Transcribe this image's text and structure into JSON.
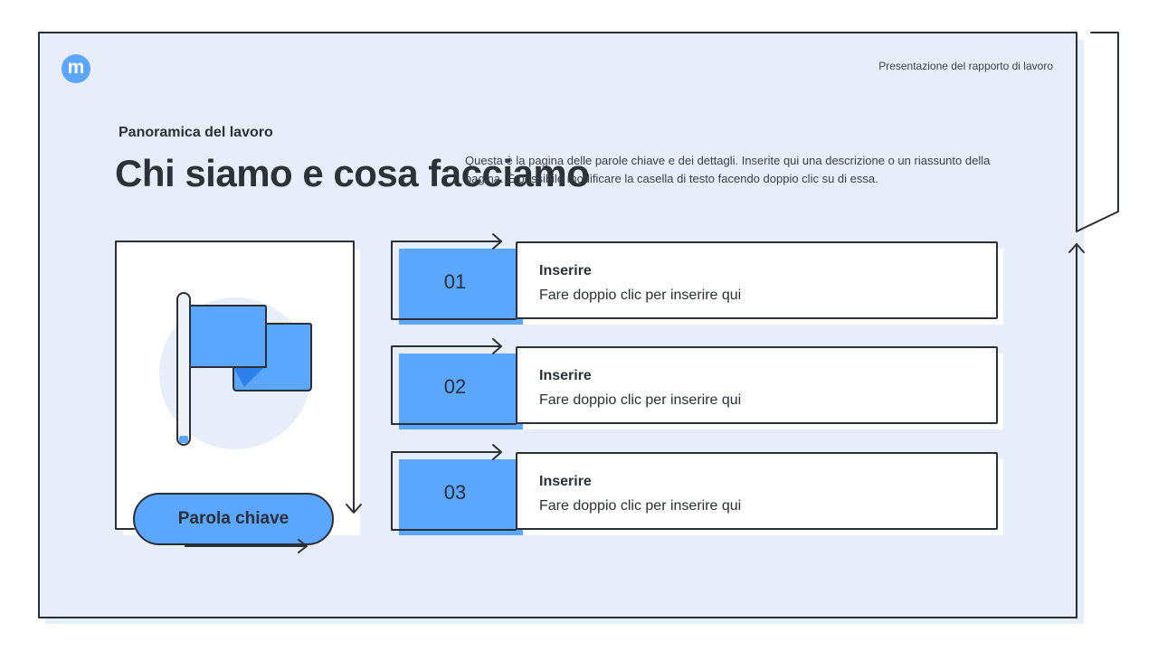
{
  "header": {
    "logo_letter": "m",
    "report_title": "Presentazione del rapporto di lavoro"
  },
  "intro": {
    "section_label": "Panoramica del lavoro",
    "title": "Chi siamo e cosa facciamo",
    "description": "Questa è la pagina delle parole chiave e dei dettagli. Inserite qui una descrizione o un riassunto della pagina. È possibile modificare la casella di testo facendo doppio clic su di essa."
  },
  "keyword_card": {
    "icon": "flag-icon",
    "label": "Parola chiave"
  },
  "items": [
    {
      "number": "01",
      "title": "Inserire",
      "text": "Fare doppio clic per inserire qui"
    },
    {
      "number": "02",
      "title": "Inserire",
      "text": "Fare doppio clic per inserire qui"
    },
    {
      "number": "03",
      "title": "Inserire",
      "text": "Fare doppio clic per inserire qui"
    }
  ],
  "colors": {
    "accent": "#5ba6ff",
    "background": "#e7eef9",
    "ink": "#2b2f36"
  }
}
